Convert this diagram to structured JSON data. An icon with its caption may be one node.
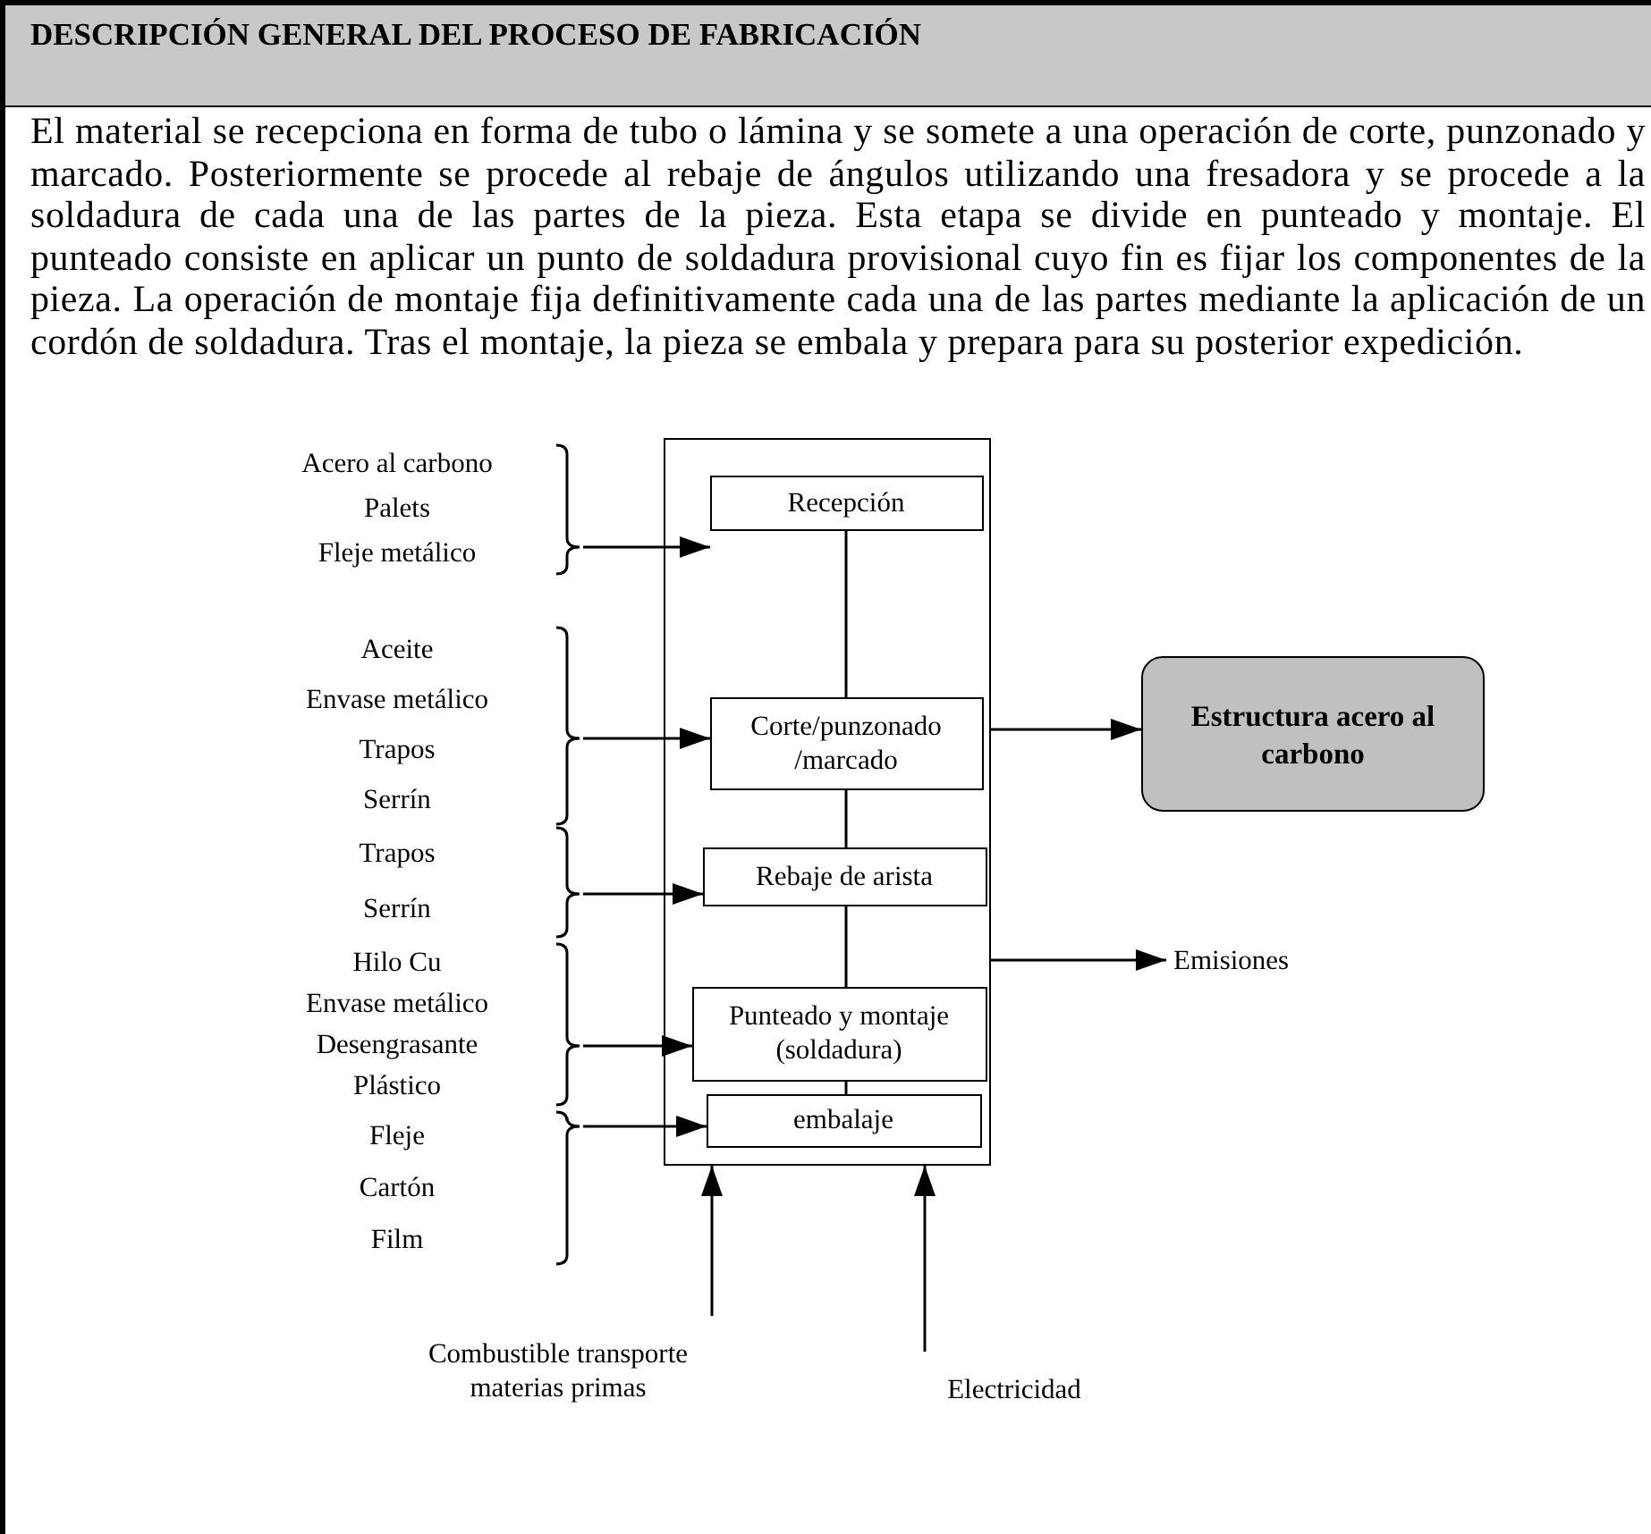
{
  "diagram": {
    "title": "DESCRIPCIÓN GENERAL DEL PROCESO DE FABRICACIÓN",
    "nodes": [
      {
        "text": [],
        "shape": "box"
      },
      {
        "text": [
          "Recepción"
        ],
        "in": 0
      },
      {
        "text": [
          "Corte/punzonado /marcado"
        ],
        "in": 0
      },
      {
        "text": [
          "Rebaje de arista"
        ],
        "in": 0
      },
      {
        "text": [
          "Punteado y montaje (soldadura)"
        ],
        "in": 0
      },
      {
        "text": [
          "embalaje"
        ],
        "in": 0
      },
      {
        "text": [
          "Estructura acero al carbono"
        ]
      },
      {
        "text": [
          "Emisiones"
        ]
      },
      {
        "text": [
          "Acero al carbono",
          "Palets",
          "Fleje metálico"
        ]
      },
      {
        "text": [
          "Aceite",
          "Envase metálico",
          "Trapos",
          "Serrín"
        ]
      },
      {
        "text": [
          "Trapos",
          "Serrín"
        ]
      },
      {
        "text": [
          "Hilo Cu",
          "Envase metálico",
          "Desengrasante",
          "Plástico"
        ]
      },
      {
        "text": [
          "Fleje",
          "Cartón",
          "Film"
        ]
      },
      {
        "text": [
          "Combustible transporte materias primas"
        ]
      },
      {
        "text": [
          "Electricidad"
        ]
      }
    ],
    "edges": [
      {
        "from": 1,
        "to": 2,
        "arrow": "none"
      },
      {
        "from": 2,
        "to": 3,
        "arrow": "none"
      },
      {
        "from": 3,
        "to": 4,
        "arrow": "none"
      },
      {
        "from": 4,
        "to": 5,
        "arrow": "none"
      },
      {
        "from": 0,
        "to": 6,
        "arrow": "to"
      },
      {
        "from": 0,
        "to": 7,
        "arrow": "to"
      },
      {
        "from": 8,
        "to": 1,
        "arrow": "to"
      },
      {
        "from": 9,
        "to": 2,
        "arrow": "to"
      },
      {
        "from": 10,
        "to": 3,
        "arrow": "to"
      },
      {
        "from": 11,
        "to": 4,
        "arrow": "to"
      },
      {
        "from": 12,
        "to": 5,
        "arrow": "to"
      },
      {
        "from": 13,
        "to": 0,
        "arrow": "to"
      },
      {
        "from": 14,
        "to": 0,
        "arrow": "to"
      }
    ],
    "labels": [
      "El material se recepciona en forma de tubo o lámina y se somete a una operación de corte, punzonado y marcado. Posteriormente se procede al rebaje de ángulos utilizando una fresadora y se procede a la soldadura de cada una de las partes de la pieza. Esta etapa se divide en punteado y montaje. El punteado consiste en aplicar un punto de soldadura provisional cuyo fin es fijar los componentes de la pieza. La operación de montaje fija definitivamente cada una de las partes mediante la aplicación de un cordón de soldadura. Tras el montaje, la pieza se embala y prepara para su posterior expedición."
    ]
  }
}
